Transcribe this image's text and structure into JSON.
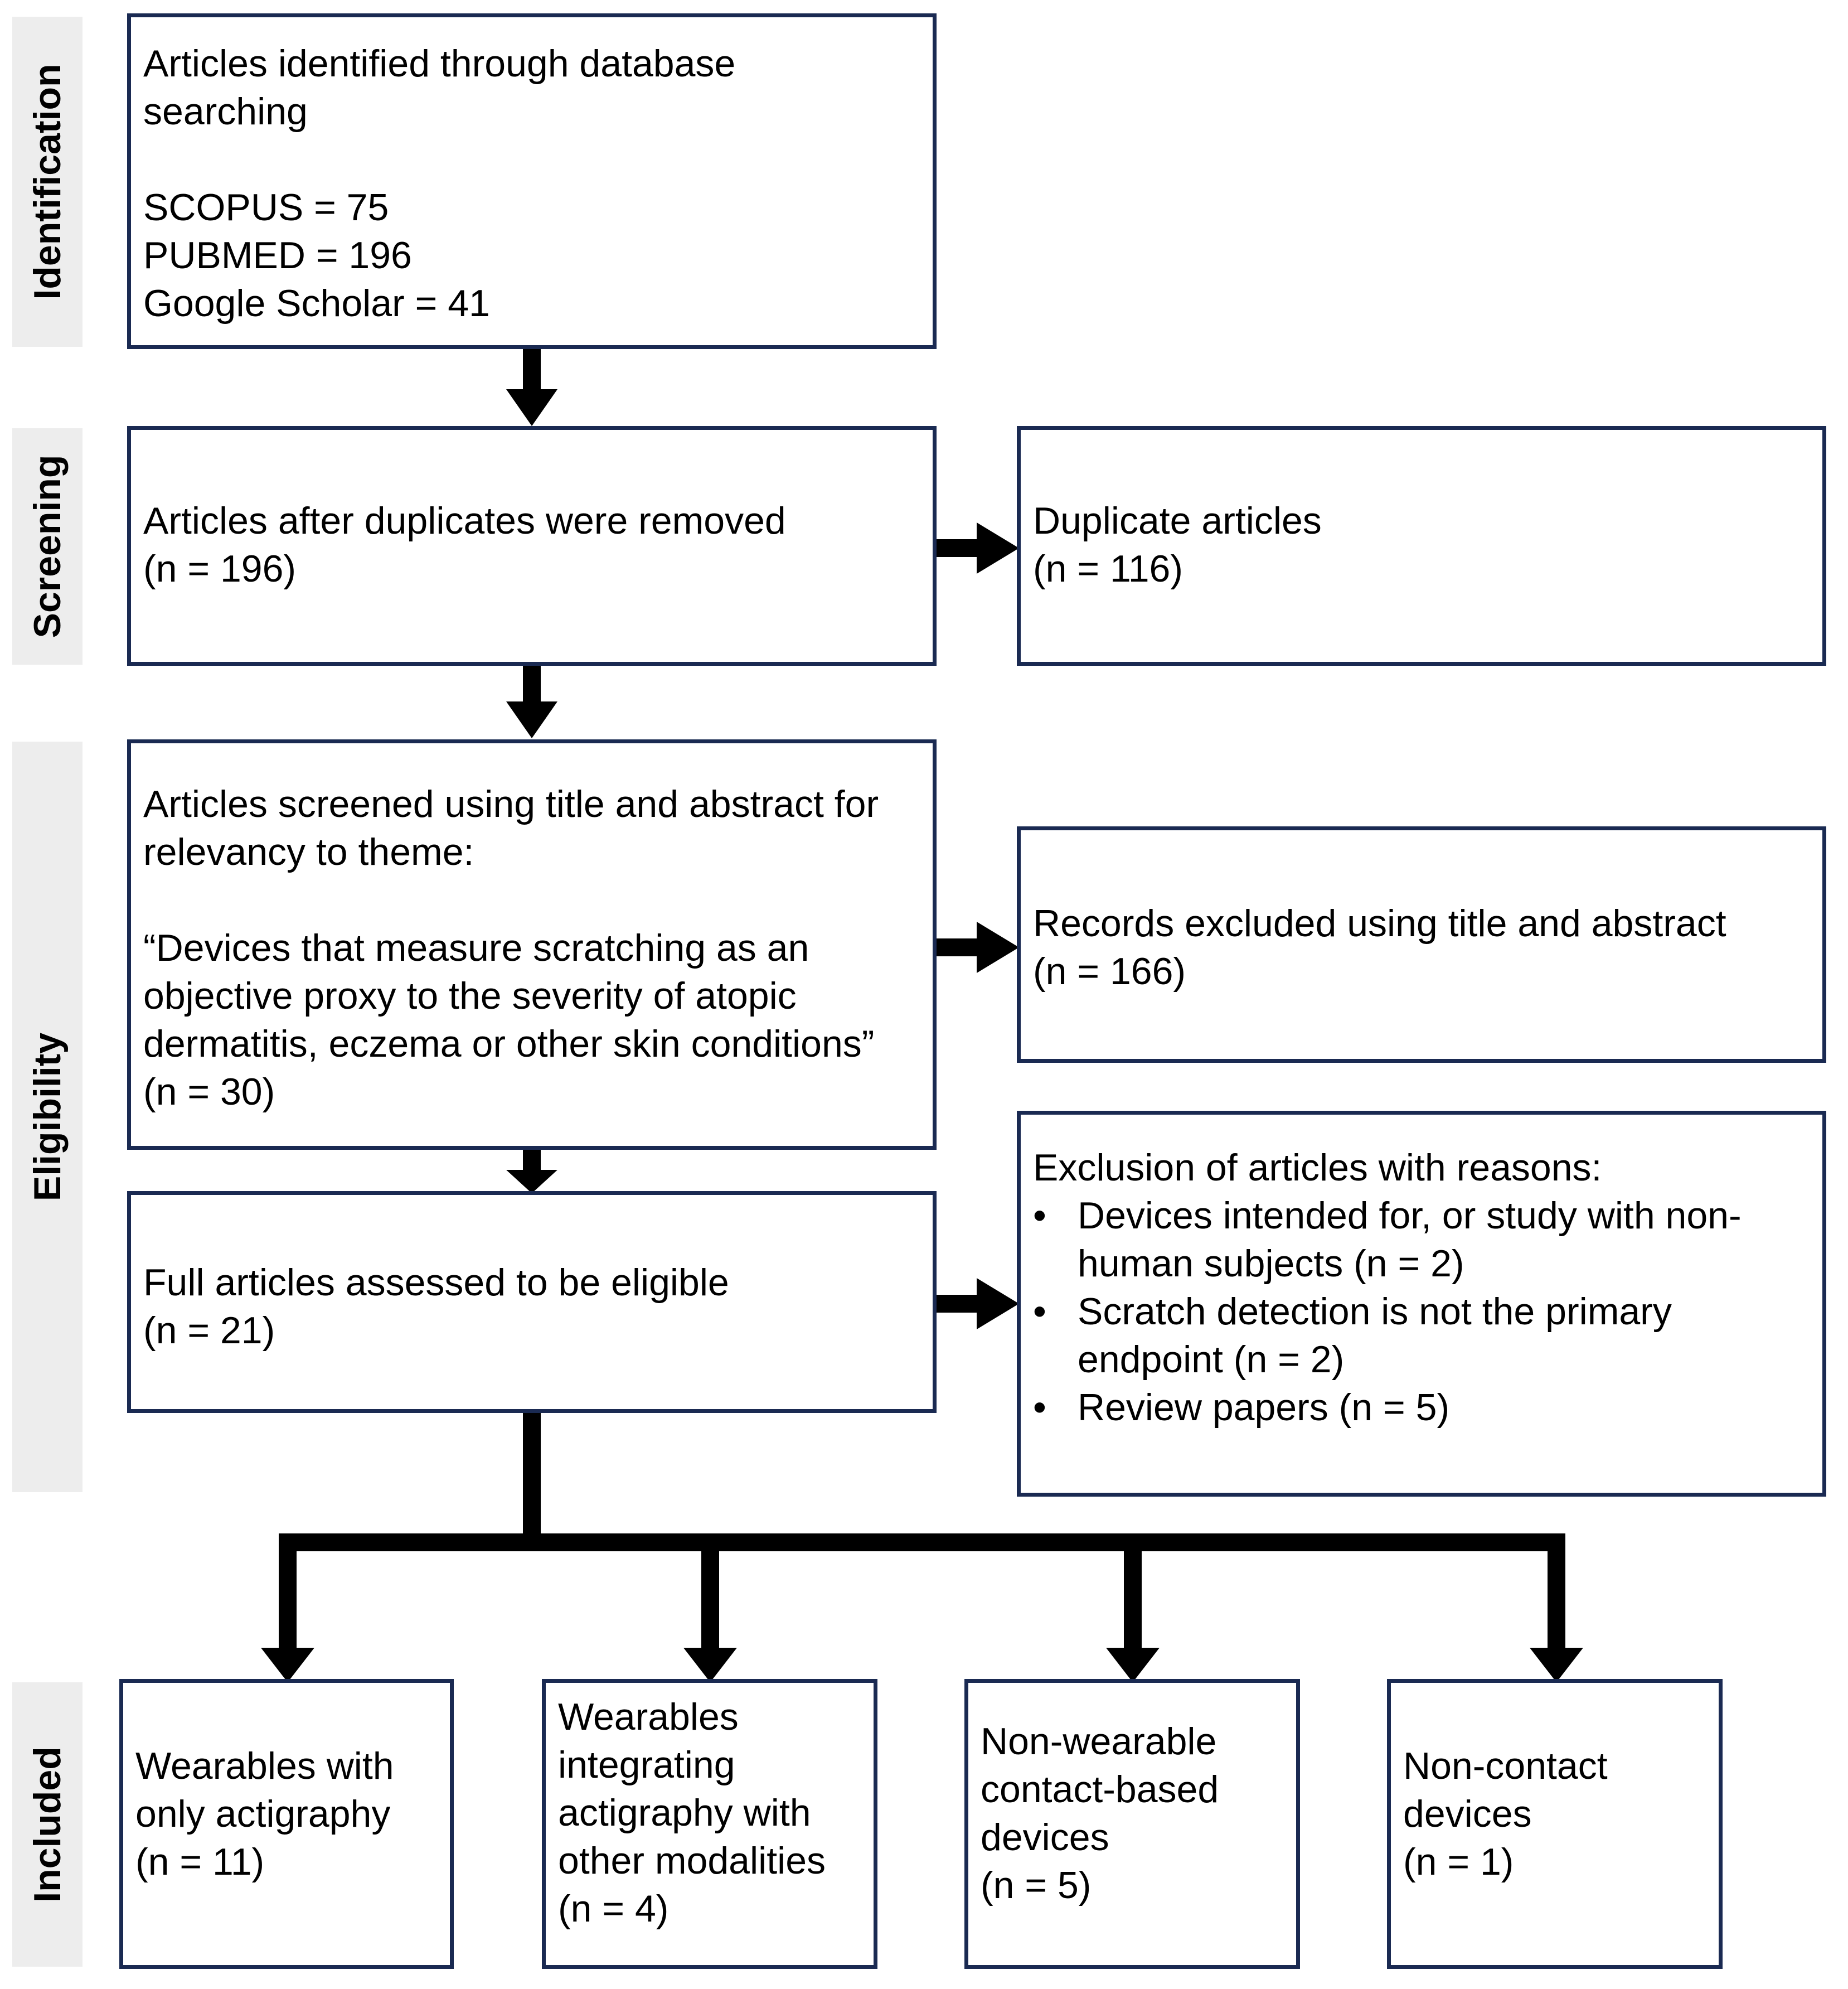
{
  "phases": {
    "identification": "Identification",
    "screening": "Screening",
    "eligibility": "Eligibility",
    "included": "Included"
  },
  "boxes": {
    "identified": {
      "lines": [
        "Articles identified through database",
        "searching"
      ],
      "sources": [
        "SCOPUS = 75",
        "PUBMED = 196",
        "Google Scholar = 41"
      ]
    },
    "after_duplicates": {
      "lines": [
        "Articles after duplicates were removed",
        "(n = 196)"
      ]
    },
    "duplicates": {
      "lines": [
        "Duplicate articles",
        "(n = 116)"
      ]
    },
    "screened": {
      "lines": [
        "Articles screened using title and abstract for",
        "relevancy to theme:"
      ],
      "quote": [
        "“Devices that measure scratching as an",
        "objective proxy to the severity of atopic",
        "dermatitis, eczema or other skin conditions”",
        "(n = 30)"
      ]
    },
    "excluded_title": {
      "lines": [
        "Records excluded using title and abstract",
        "(n = 166)"
      ]
    },
    "full_articles": {
      "lines": [
        "Full articles assessed to be eligible",
        "(n = 21)"
      ]
    },
    "exclusion_reasons": {
      "heading": "Exclusion of articles with reasons:",
      "reasons": [
        [
          "Devices intended for, or study with non-",
          "human subjects (n = 2)"
        ],
        [
          "Scratch detection is not the primary",
          "endpoint (n = 2)"
        ],
        [
          "Review papers (n = 5)"
        ]
      ]
    },
    "included": [
      [
        "Wearables with",
        "only actigraphy",
        "(n = 11)"
      ],
      [
        "Wearables",
        "integrating",
        "actigraphy with",
        "other modalities",
        "(n = 4)"
      ],
      [
        "Non-wearable",
        "contact-based",
        "devices",
        "(n = 5)"
      ],
      [
        "Non-contact",
        "devices",
        "(n = 1)"
      ]
    ]
  },
  "colors": {
    "box_border": "#1a2a52",
    "phase_band": "#ededed",
    "arrow": "#000000"
  }
}
